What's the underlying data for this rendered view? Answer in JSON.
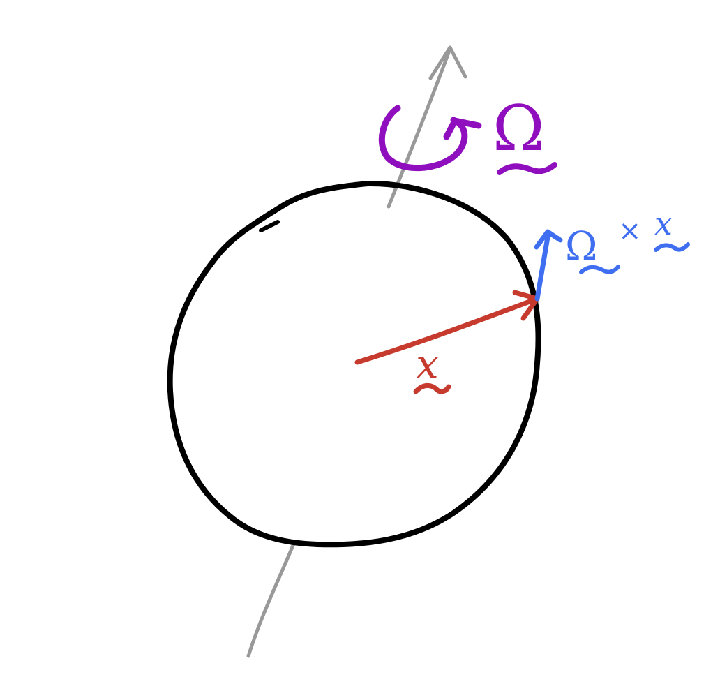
{
  "diagram": {
    "kind": "rotating-sphere-sketch",
    "colors": {
      "sphere": "#000000",
      "rotation_axis": "#999999",
      "angular_velocity": "#8f0fbf",
      "position_vector": "#c73a2e",
      "velocity_vector": "#3f6ff0",
      "background": "#ffffff"
    },
    "labels": {
      "omega": "Ω",
      "position": "x",
      "velocity_omega": "Ω",
      "velocity_cross": "×",
      "velocity_x": "x"
    },
    "handwritten": true
  }
}
